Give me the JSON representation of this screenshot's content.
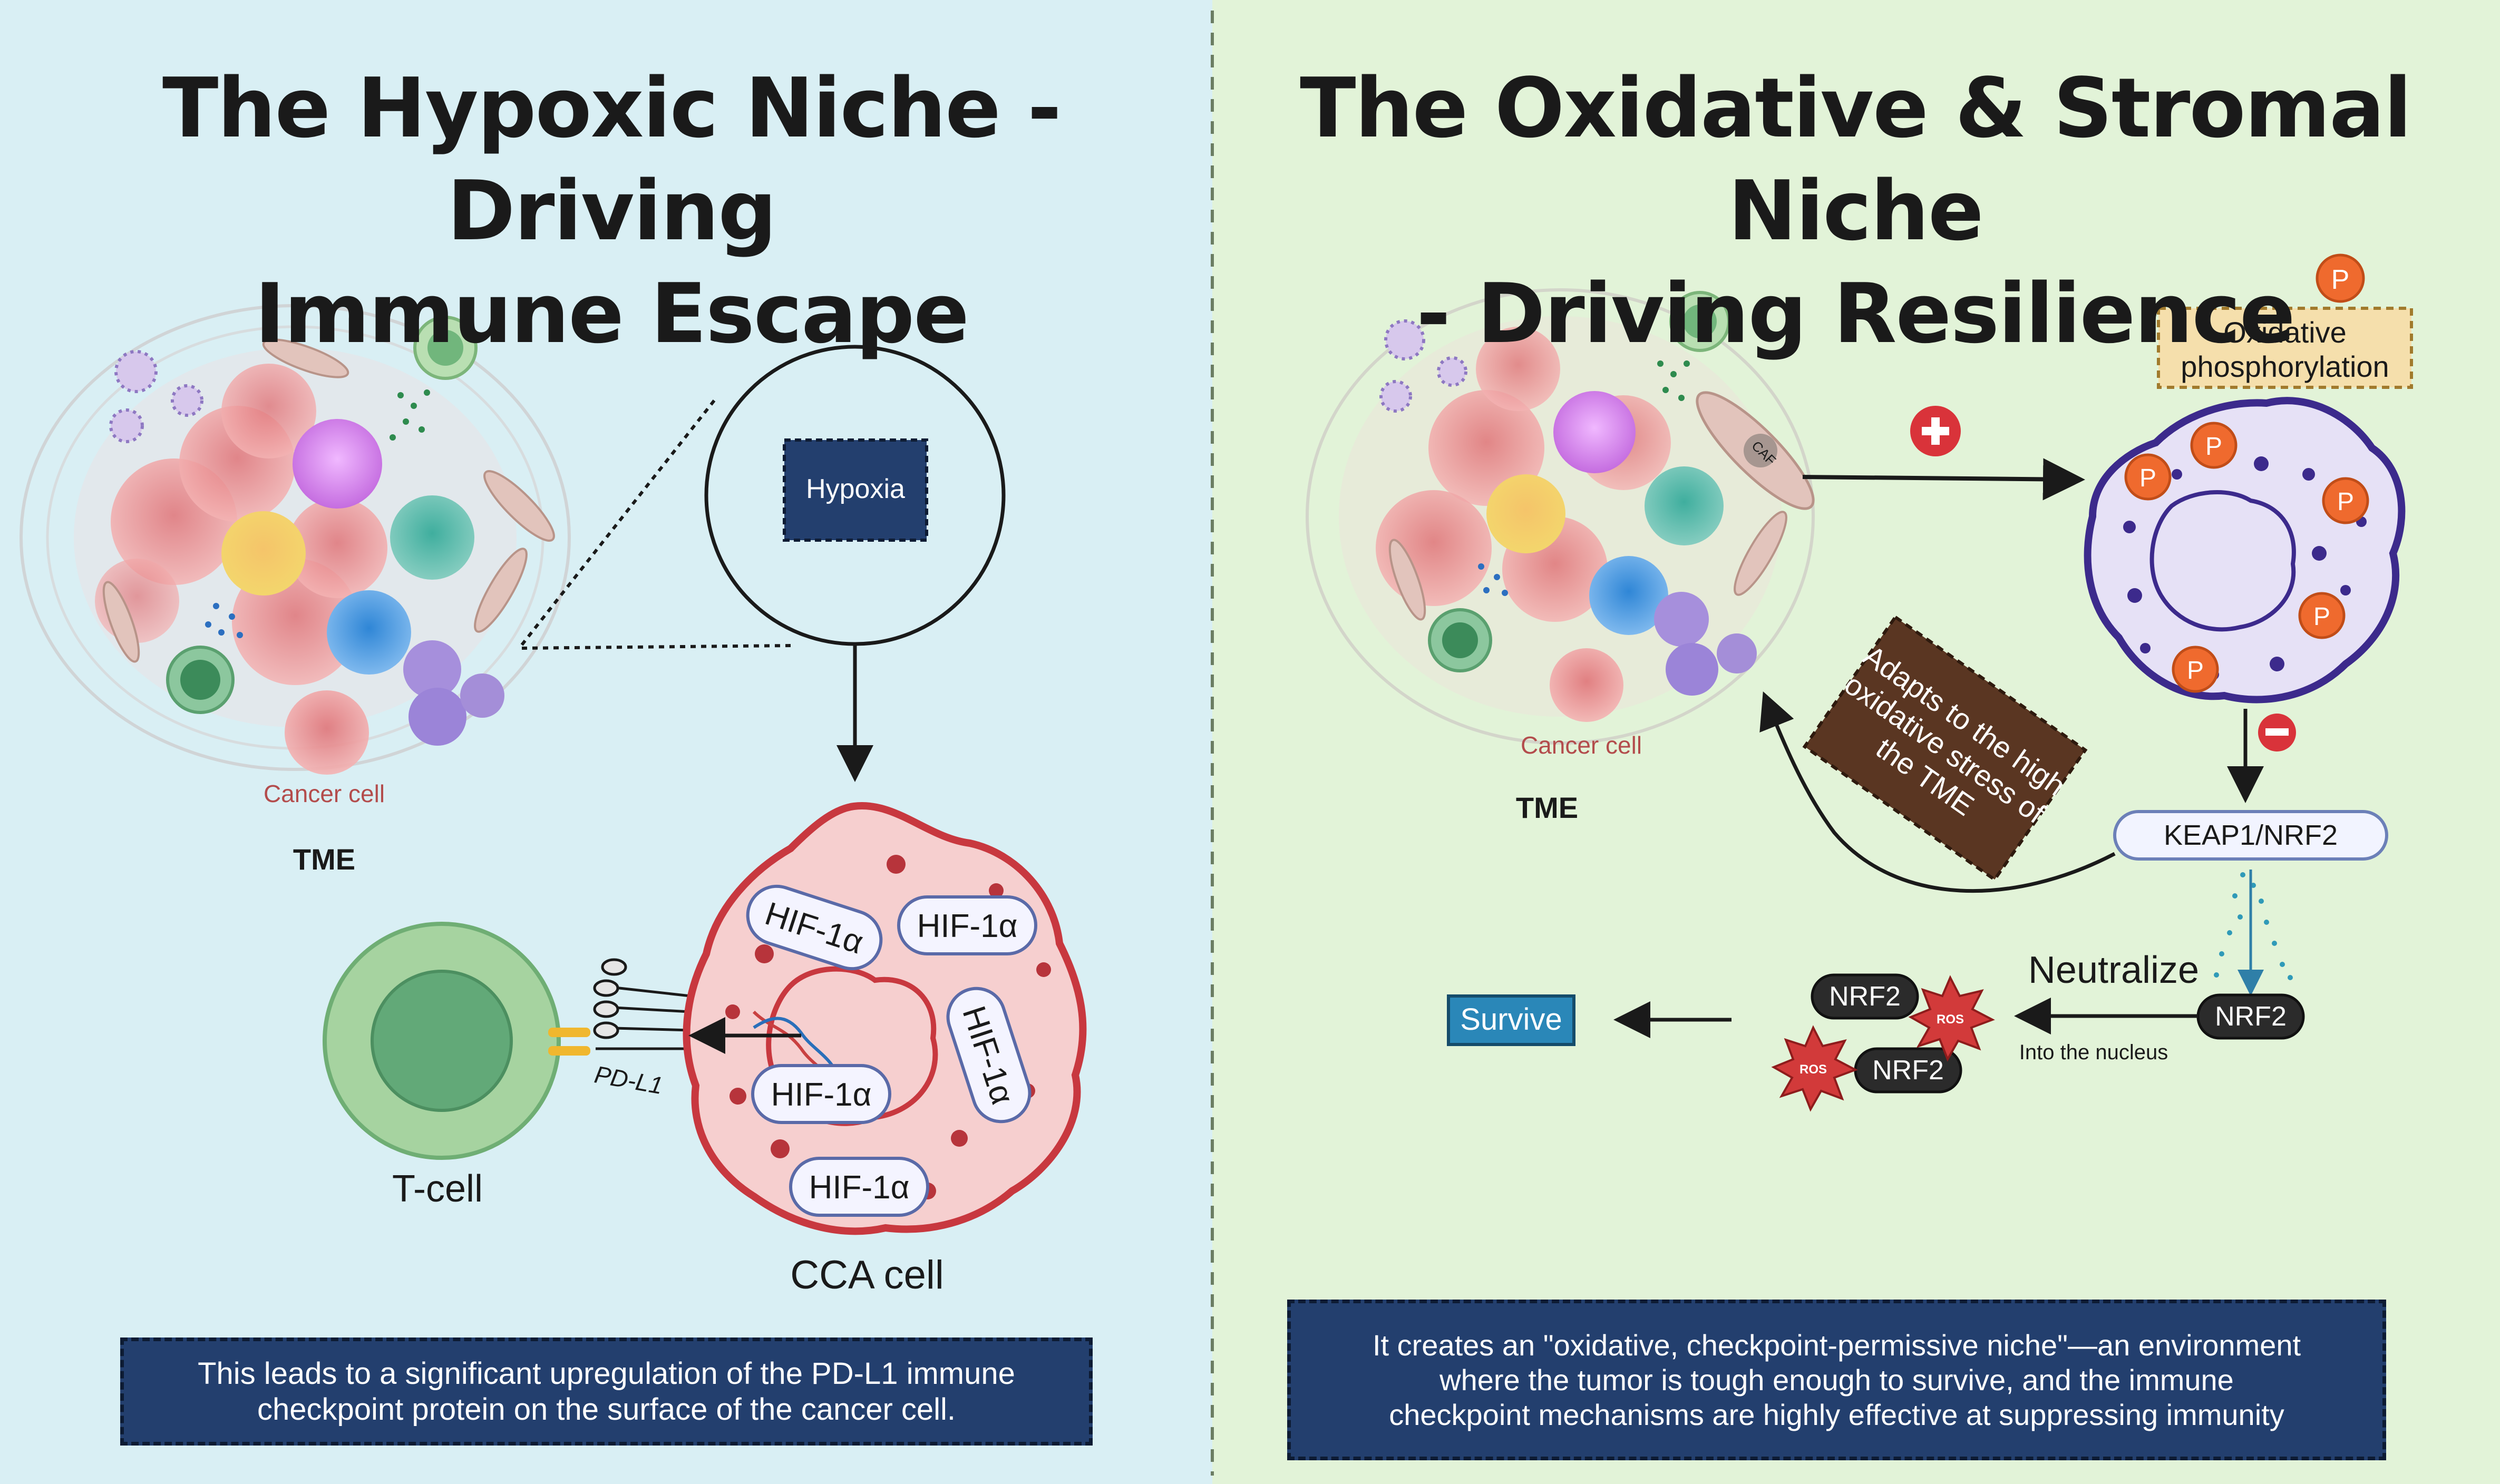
{
  "left_panel": {
    "title_line1": "The Hypoxic Niche - Driving",
    "title_line2": "Immune Escape",
    "tme_label": "TME",
    "cancer_cell_label": "Cancer cell",
    "hypoxia_label": "Hypoxia",
    "tcell_label": "T-cell",
    "pdl1_label": "PD-L1",
    "cca_label": "CCA cell",
    "hif_labels": [
      "HIF-1α",
      "HIF-1α",
      "HIF-1α",
      "HIF-1α",
      "HIF-1α"
    ],
    "caption_line1": "This leads to a significant upregulation of the PD-L1 immune",
    "caption_line2": "checkpoint protein on the surface of the cancer cell."
  },
  "right_panel": {
    "title_line1": "The Oxidative & Stromal Niche",
    "title_line2": "- Driving Resilience",
    "tme_label": "TME",
    "cancer_cell_label": "Cancer cell",
    "caf_label": "CAF",
    "oxphos_line1": "Oxidative",
    "oxphos_line2": "phosphorylation",
    "p_label": "P",
    "keap_label": "KEAP1/NRF2",
    "adapts_line1": "Adapts to the high",
    "adapts_line2": "oxidative stress of",
    "adapts_line3": "the TME",
    "neutralize_label": "Neutralize",
    "nucleus_label": "Into the nucleus",
    "nrf2_label": "NRF2",
    "ros_label": "ROS",
    "survive_label": "Survive",
    "caption_line1": "It creates an \"oxidative, checkpoint-permissive niche\"—an environment",
    "caption_line2": "where the tumor is tough enough to survive, and the immune",
    "caption_line3": "checkpoint mechanisms  are highly effective at suppressing immunity"
  },
  "colors": {
    "left_bg": "#d9eff4",
    "right_bg": "#e2f3d8",
    "caption_bg": "#233f6e",
    "hypoxia_box": "#233f6e",
    "cca_fill": "#f6cfcf",
    "cca_stroke": "#c8383f",
    "tcell_fill": "#a6d3a0",
    "tcell_nucleus": "#62a978",
    "mito_fill": "#e6e1f6",
    "mito_stroke": "#3c2a8c",
    "phospho": "#ef6a2e",
    "adapts_box": "#5a3622",
    "survive_box": "#2a87b8",
    "nrf2_pill": "#2b2b2b",
    "ros": "#d23a3a"
  }
}
